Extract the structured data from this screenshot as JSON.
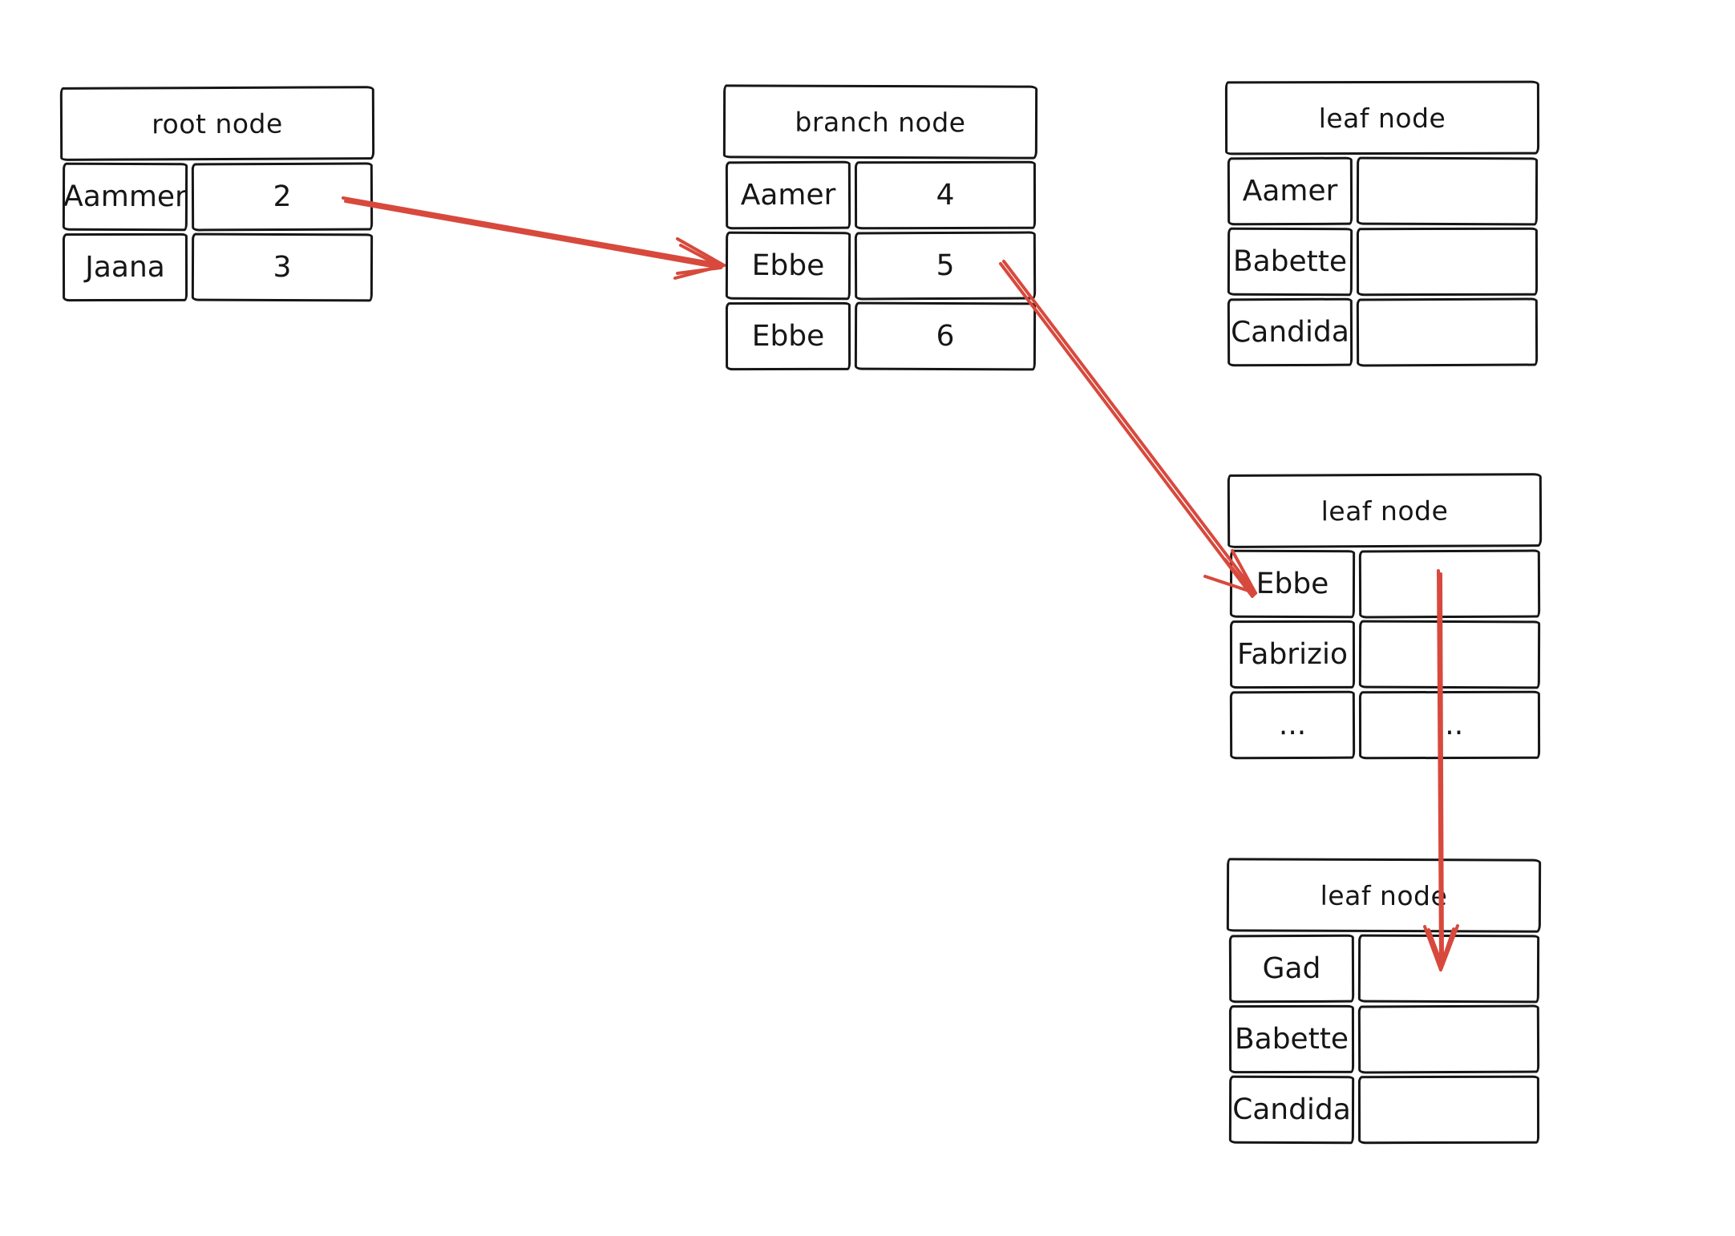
{
  "colors": {
    "background": "#ffffff",
    "ink": "#161616",
    "arrow": "#d8493d"
  },
  "diagram": {
    "nodes": [
      {
        "id": "root",
        "title": "root node",
        "rows": [
          {
            "key": "Aammer",
            "value": "2"
          },
          {
            "key": "Jaana",
            "value": "3"
          }
        ]
      },
      {
        "id": "branch",
        "title": "branch node",
        "rows": [
          {
            "key": "Aamer",
            "value": "4"
          },
          {
            "key": "Ebbe",
            "value": "5"
          },
          {
            "key": "Ebbe",
            "value": "6"
          }
        ]
      },
      {
        "id": "leaf-top",
        "title": "leaf node",
        "rows": [
          {
            "key": "Aamer",
            "value": ""
          },
          {
            "key": "Babette",
            "value": ""
          },
          {
            "key": "Candida",
            "value": ""
          }
        ]
      },
      {
        "id": "leaf-middle",
        "title": "leaf node",
        "rows": [
          {
            "key": "Ebbe",
            "value": ""
          },
          {
            "key": "Fabrizio",
            "value": ""
          },
          {
            "key": "...",
            "value": "..."
          }
        ]
      },
      {
        "id": "leaf-bottom",
        "title": "leaf node",
        "rows": [
          {
            "key": "Gad",
            "value": ""
          },
          {
            "key": "Babette",
            "value": ""
          },
          {
            "key": "Candida",
            "value": ""
          }
        ]
      }
    ],
    "arrows": [
      {
        "from": "root node / value 2",
        "to": "branch node / key Ebbe"
      },
      {
        "from": "branch node / value 5",
        "to": "leaf node (middle) / key Ebbe"
      },
      {
        "from": "leaf node (middle) / value column",
        "to": "leaf node (bottom) / first value cell"
      }
    ]
  }
}
